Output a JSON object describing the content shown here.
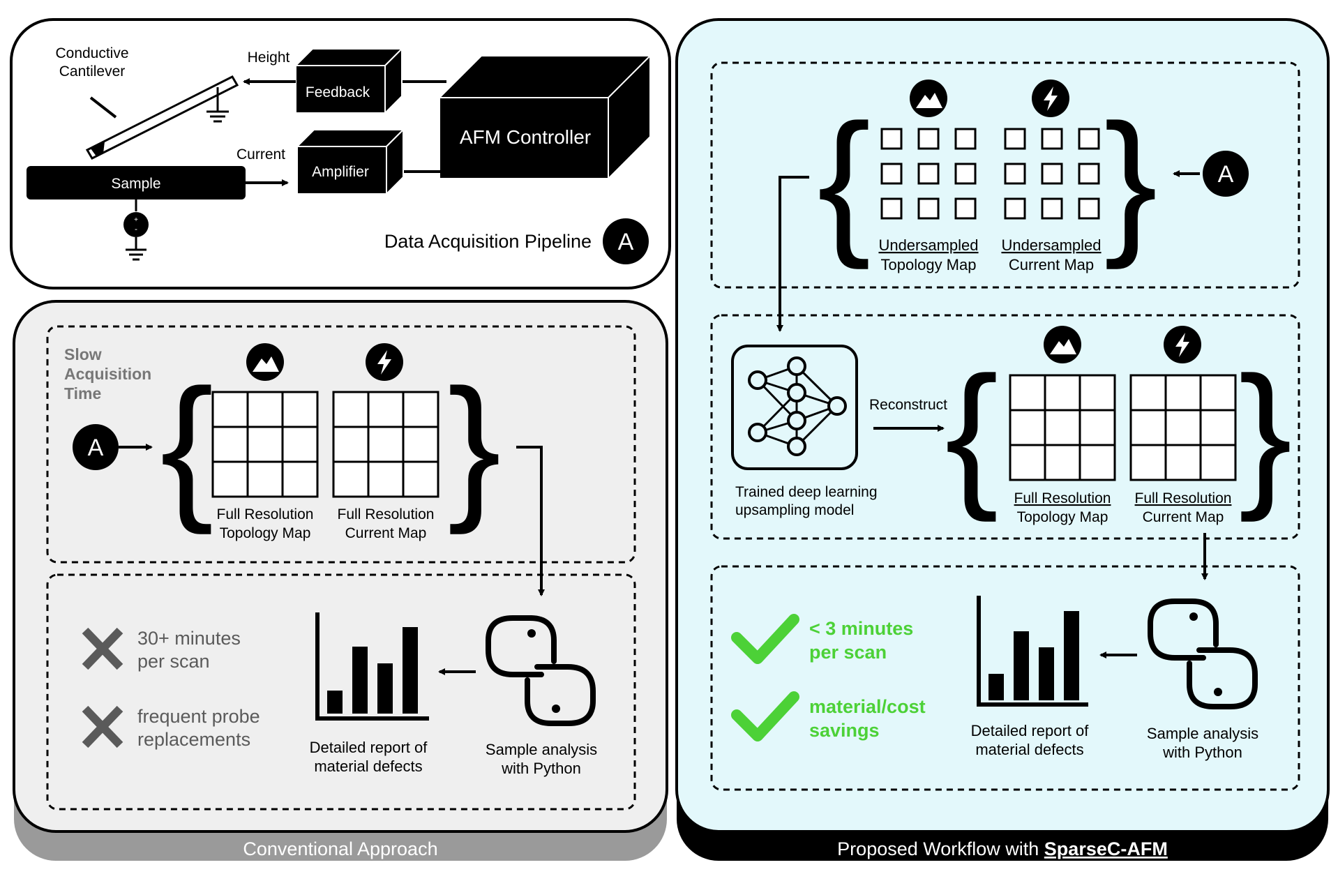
{
  "acquisition": {
    "cantilever_label_1": "Conductive",
    "cantilever_label_2": "Cantilever",
    "height_label": "Height",
    "current_label": "Current",
    "feedback": "Feedback",
    "amplifier": "Amplifier",
    "controller": "AFM Controller",
    "sample": "Sample",
    "pipeline_label": "Data Acquisition Pipeline",
    "badge": "A"
  },
  "conventional": {
    "footer": "Conventional Approach",
    "slow_1": "Slow",
    "slow_2": "Acquisition",
    "slow_3": "Time",
    "badge": "A",
    "topo_label_1": "Full Resolution",
    "topo_label_2": "Topology Map",
    "current_label_1": "Full Resolution",
    "current_label_2": "Current Map",
    "con_1_line1": "30+ minutes",
    "con_1_line2": "per scan",
    "con_2_line1": "frequent probe",
    "con_2_line2": "replacements",
    "report_1": "Detailed report of",
    "report_2": "material defects",
    "python_1": "Sample analysis",
    "python_2": "with Python"
  },
  "proposed": {
    "footer_prefix": "Proposed Workflow with ",
    "footer_name": "SparseC-AFM",
    "badge": "A",
    "under_topo_1": "Undersampled",
    "under_topo_2": "Topology Map",
    "under_current_1": "Undersampled",
    "under_current_2": "Current Map",
    "reconstruct": "Reconstruct",
    "model_1": "Trained deep learning",
    "model_2": "upsampling model",
    "full_topo_1": "Full Resolution",
    "full_topo_2": "Topology Map",
    "full_current_1": "Full Resolution",
    "full_current_2": "Current Map",
    "pro_1_line1": "< 3 minutes",
    "pro_1_line2": "per scan",
    "pro_2_line1": "material/cost",
    "pro_2_line2": "savings",
    "report_1": "Detailed report of",
    "report_2": "material defects",
    "python_1": "Sample analysis",
    "python_2": "with Python"
  },
  "colors": {
    "conventional_bg": "#efefef",
    "conventional_footer": "#9a9a9a",
    "proposed_bg": "#e3f8fb",
    "proposed_footer": "#000000",
    "check_green": "#4cd137",
    "cross_gray": "#5a5a5a"
  },
  "icons": [
    "mountain-icon",
    "lightning-icon",
    "python-icon",
    "bar-chart-icon",
    "neural-network-icon",
    "check-icon",
    "cross-icon"
  ]
}
